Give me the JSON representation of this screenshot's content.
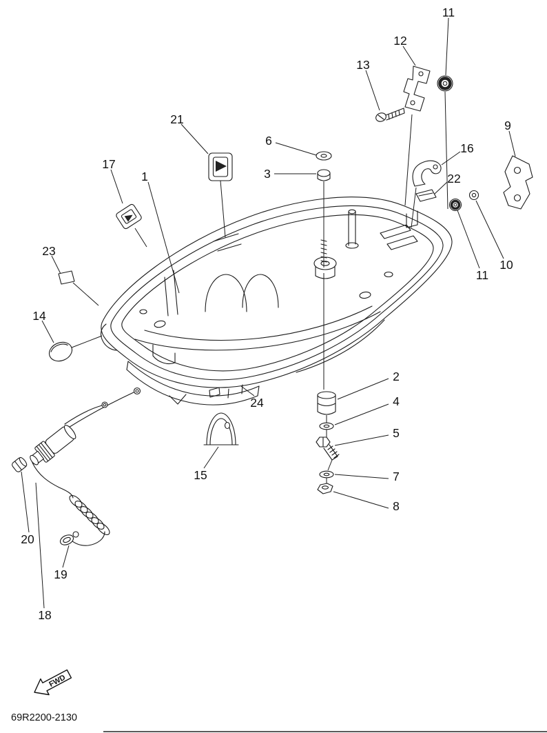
{
  "page": {
    "part_code": "69R2200-2130",
    "fwd_label": "FWD"
  },
  "callouts": {
    "c1": "1",
    "c2": "2",
    "c3": "3",
    "c4": "4",
    "c5": "5",
    "c6": "6",
    "c7": "7",
    "c8": "8",
    "c9": "9",
    "c10": "10",
    "c11a": "11",
    "c11b": "11",
    "c12": "12",
    "c13": "13",
    "c14": "14",
    "c15": "15",
    "c16": "16",
    "c17": "17",
    "c18": "18",
    "c19": "19",
    "c20": "20",
    "c21": "21",
    "c22": "22",
    "c23": "23",
    "c24": "24"
  }
}
